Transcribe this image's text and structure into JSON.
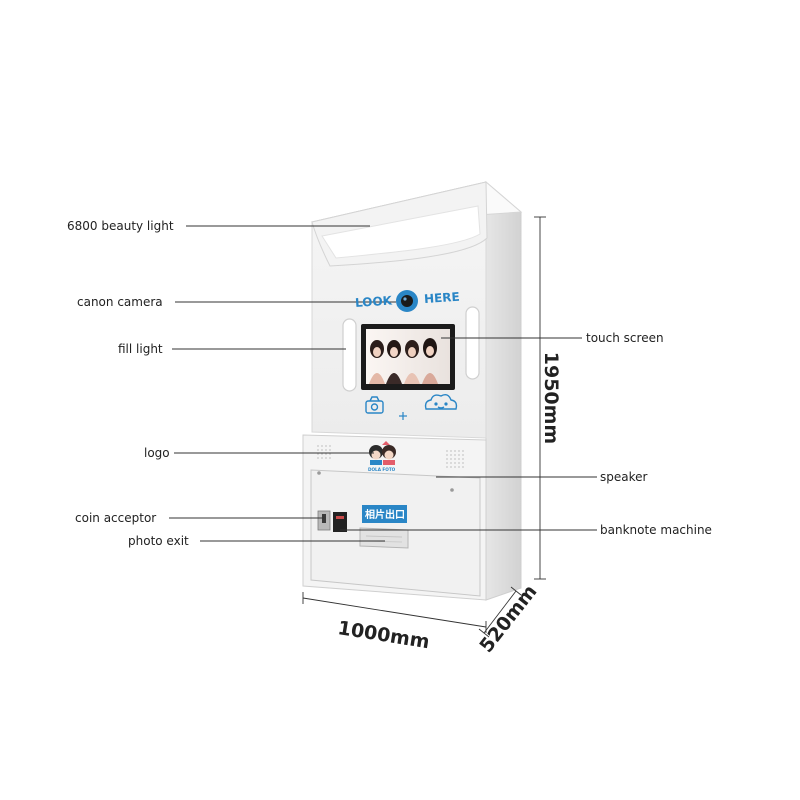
{
  "labels": {
    "beauty_light": "6800 beauty light",
    "camera": "canon camera",
    "fill_light": "fill light",
    "touch_screen": "touch screen",
    "logo": "logo",
    "speaker": "speaker",
    "coin_acceptor": "coin acceptor",
    "photo_exit": "photo exit",
    "banknote_machine": "banknote machine"
  },
  "dimensions": {
    "height": "1950mm",
    "width": "1000mm",
    "depth": "520mm"
  },
  "machine_text": {
    "look": "LOOK",
    "here": "HERE",
    "brand": "DOLA FOTO",
    "exit_sign": "相片出口"
  },
  "colors": {
    "accent": "#2a86c6",
    "cabinet": "#f2f2f2",
    "line": "#333333"
  }
}
